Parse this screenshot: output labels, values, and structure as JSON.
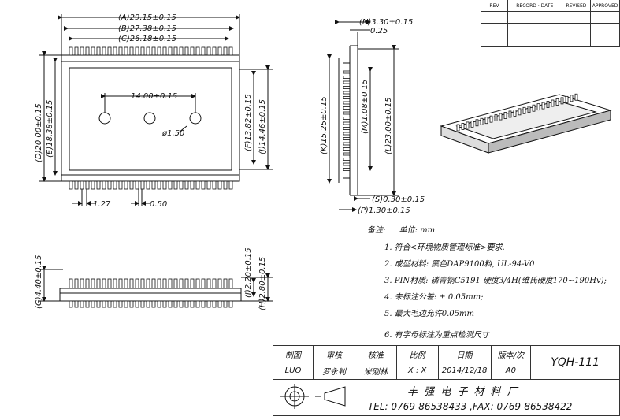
{
  "revision_table": {
    "headers": [
      "REV",
      "RECORD · DATE",
      "REVISED",
      "APPROVED"
    ]
  },
  "top_view": {
    "dim_a": "(A)29.15±0.15",
    "dim_b": "(B)27.38±0.15",
    "dim_c": "(C)26.18±0.15",
    "dim_hole_spacing": "14.00±0.15",
    "dim_hole_dia": "ø1.50",
    "dim_d": "(D)20.00±0.15",
    "dim_e": "(E)18.38±0.15",
    "dim_f": "(F)13.82±0.15",
    "dim_j": "(J)14.46±0.15",
    "dim_pitch": "1.27",
    "dim_pin_width": "0.50"
  },
  "side_view": {
    "dim_n": "(N)3.30±0.15",
    "dim_t": "0.25",
    "dim_m": "(M)1.08±0.15",
    "dim_k": "(K)15.25±0.15",
    "dim_l": "(L)23.00±0.15",
    "dim_s": "(S)0.30±0.15",
    "dim_p": "(P)1.30±0.15"
  },
  "front_view": {
    "dim_g": "(G)4.40±0.15",
    "dim_i": "(I)2.20±0.15",
    "dim_h": "(H)2.80±0.15"
  },
  "notes": {
    "title": "备注:",
    "unit": "单位: mm",
    "items": [
      "1. 符合<环境物质管理标准>要求.",
      "2. 成型材料: 黑色DAP9100料, UL-94-V0",
      "3. PIN材质: 磷青铜C5191 硬度3/4H(维氏硬度170~190Hv);",
      "4. 未标注公差: ± 0.05mm;",
      "5. 最大毛边允许0.05mm",
      "6. 有字母标注为重点检测尺寸"
    ]
  },
  "title_block": {
    "headers": [
      "制图",
      "审核",
      "核准",
      "比例",
      "日期",
      "版本/次"
    ],
    "values": [
      "LUO",
      "罗永钊",
      "米刚林",
      "X : X",
      "2014/12/18",
      "A0"
    ],
    "drawing_no": "YQH-111",
    "company": "丰 强 电 子 材 料 厂",
    "contact": "TEL: 0769-86538433 ,FAX: 0769-86538422"
  }
}
